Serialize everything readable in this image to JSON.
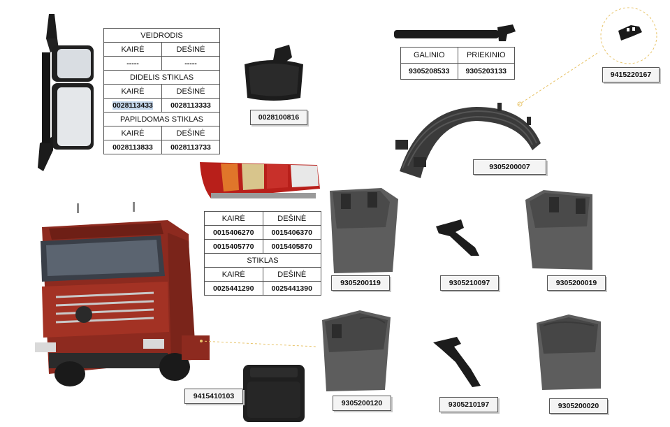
{
  "mirror_table": {
    "title": "VEIDRODIS",
    "left": "KAIRĖ",
    "right": "DEŠINĖ",
    "mirror_left_code": "-----",
    "mirror_right_code": "-----",
    "big_glass_title": "DIDELIS STIKLAS",
    "big_glass_left": "0028113433",
    "big_glass_right": "0028113333",
    "extra_glass_title": "PAPILDOMAS STIKLAS",
    "extra_glass_left": "0028113833",
    "extra_glass_right": "0028113733"
  },
  "inner_mirror_code": "0028100816",
  "bracket_table": {
    "col1": "GALINIO",
    "col2": "PRIEKINIO",
    "code1": "9305208533",
    "code2": "9305203133"
  },
  "strap_code": "9415220167",
  "fender_code": "9305200007",
  "lamp_table": {
    "left": "KAIRĖ",
    "right": "DEŠINĖ",
    "row1_left": "0015406270",
    "row1_right": "0015406370",
    "row2_left": "0015405770",
    "row2_right": "0015405870",
    "glass_title": "STIKLAS",
    "glass_left_label": "KAIRĖ",
    "glass_right_label": "DEŠINĖ",
    "glass_left": "0025441290",
    "glass_right": "0025441390"
  },
  "parts": {
    "flap_left_top": "9305200119",
    "holder_top": "9305210097",
    "flap_right_top": "9305200019",
    "flap_left_bottom": "9305200120",
    "holder_bottom": "9305210197",
    "flap_right_bottom": "9305200020",
    "battery_cover": "9415410103"
  },
  "colors": {
    "truck_red": "#9e2a1f",
    "part_gray": "#5f5f5f",
    "dashed_line": "#e8c46a"
  }
}
